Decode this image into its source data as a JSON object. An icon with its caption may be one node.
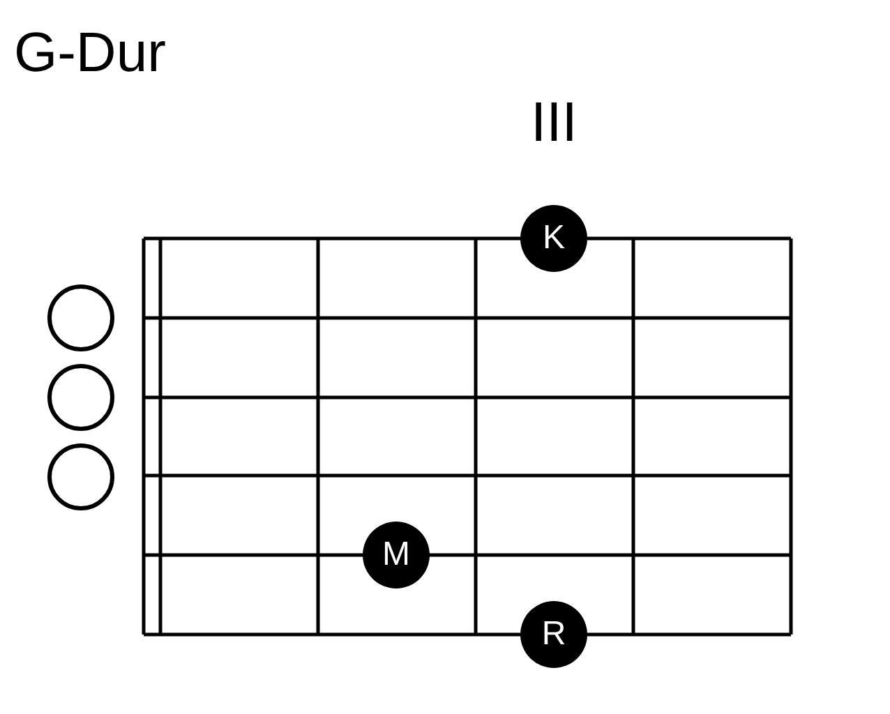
{
  "diagram": {
    "title": "G-Dur",
    "nodes": [
      {
        "text": [
          "K"
        ]
      },
      {
        "text": [],
        "shape": "circle"
      },
      {
        "text": [],
        "shape": "circle"
      },
      {
        "text": [],
        "shape": "circle"
      },
      {
        "text": [
          "M"
        ]
      },
      {
        "text": [
          "R"
        ]
      }
    ],
    "labels": [
      "III"
    ]
  }
}
